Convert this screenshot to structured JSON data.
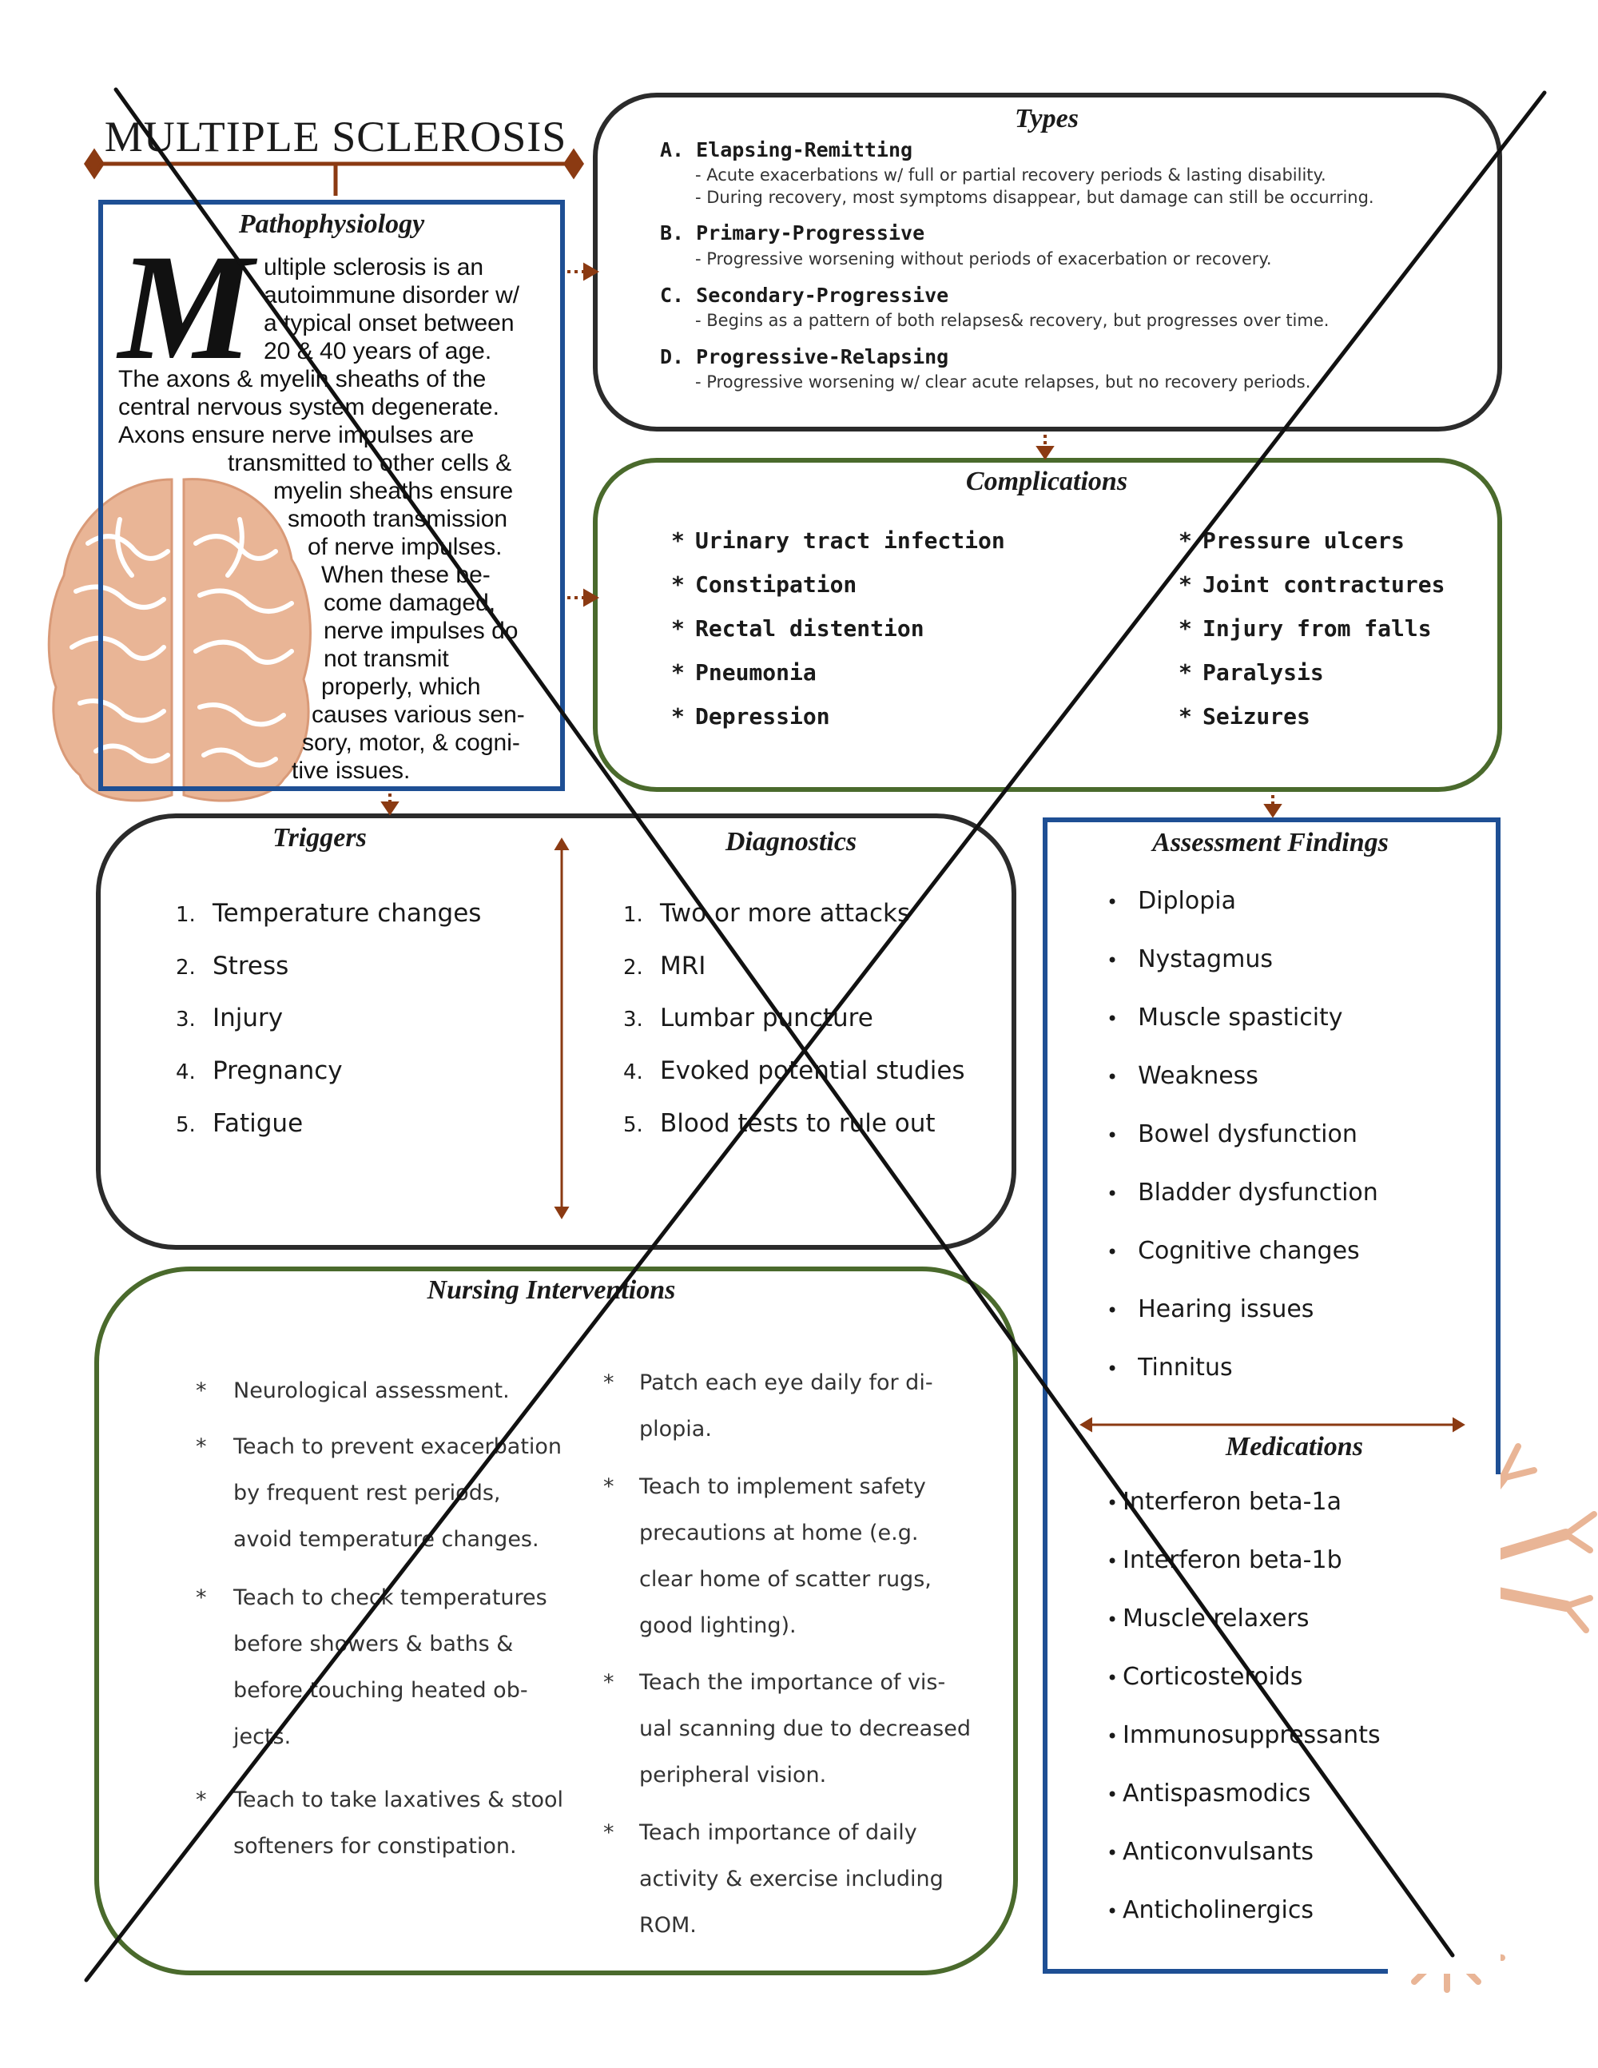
{
  "title": "MULTIPLE SCLEROSIS",
  "types": {
    "heading": "Types",
    "items": [
      {
        "label": "A. Elapsing-Remitting",
        "details": [
          "- Acute exacerbations w/ full or partial recovery periods & lasting disability.",
          "- During recovery, most symptoms disappear, but damage can still be occurring."
        ]
      },
      {
        "label": "B. Primary-Progressive",
        "details": [
          "- Progressive worsening without periods of exacerbation or recovery."
        ]
      },
      {
        "label": "C. Secondary-Progressive",
        "details": [
          "- Begins as a pattern of both relapses& recovery, but progresses  over time."
        ]
      },
      {
        "label": "D. Progressive-Relapsing",
        "details": [
          "- Progressive worsening w/ clear acute relapses, but no recovery periods."
        ]
      }
    ]
  },
  "complications": {
    "heading": "Complications",
    "bullet": "*",
    "left": [
      "Urinary tract infection",
      "Constipation",
      "Rectal distention",
      "Pneumonia",
      "Depression"
    ],
    "right": [
      "Pressure ulcers",
      "Joint contractures",
      "Injury from falls",
      "Paralysis",
      "Seizures"
    ]
  },
  "pathophysiology": {
    "heading": "Pathophysiology",
    "drop_cap": "M",
    "lines": [
      "ultiple sclerosis is an",
      "autoimmune disorder w/",
      "a typical onset between",
      "20 & 40 years of age.",
      "The axons & myelin sheaths of the",
      "central nervous system degenerate.",
      "Axons ensure nerve impulses are",
      "transmitted to other cells &",
      "myelin sheaths ensure",
      "smooth transmission",
      "of nerve impulses.",
      "When these be-",
      "come damaged,",
      "nerve impulses do",
      "not transmit",
      "properly, which",
      "causes various sen-",
      "sory, motor, & cogni-",
      "tive issues."
    ]
  },
  "triggers": {
    "heading": "Triggers",
    "items": [
      {
        "num": "1.",
        "text": "Temperature changes"
      },
      {
        "num": "2.",
        "text": "Stress"
      },
      {
        "num": "3.",
        "text": "Injury"
      },
      {
        "num": "4.",
        "text": "Pregnancy"
      },
      {
        "num": "5.",
        "text": "Fatigue"
      }
    ]
  },
  "diagnostics": {
    "heading": "Diagnostics",
    "items": [
      {
        "num": "1.",
        "text": "Two or more attacks"
      },
      {
        "num": "2.",
        "text": "MRI"
      },
      {
        "num": "3.",
        "text": "Lumbar puncture"
      },
      {
        "num": "4.",
        "text": "Evoked potential studies"
      },
      {
        "num": "5.",
        "text": "Blood tests to rule out"
      }
    ]
  },
  "assessment": {
    "heading": "Assessment Findings",
    "bullet": "•",
    "items": [
      "Diplopia",
      "Nystagmus",
      "Muscle spasticity",
      "Weakness",
      "Bowel dysfunction",
      "Bladder dysfunction",
      "Cognitive changes",
      "Hearing issues",
      "Tinnitus"
    ]
  },
  "medications": {
    "heading": "Medications",
    "bullet": "•",
    "items": [
      "Interferon beta-1a",
      "Interferon beta-1b",
      "Muscle relaxers",
      "Corticosteroids",
      "Immunosuppressants",
      "Antispasmodics",
      "Anticonvulsants",
      "Anticholinergics"
    ]
  },
  "nursing": {
    "heading": "Nursing Interventions",
    "bullet": "*",
    "left": [
      [
        "Neurological assessment."
      ],
      [
        "Teach to prevent exacerbation",
        "by frequent rest periods,",
        "avoid temperature changes."
      ],
      [
        "Teach to check temperatures",
        "before showers & baths &",
        "before touching heated ob-",
        "jects."
      ],
      [
        "Teach to take laxatives & stool",
        "softeners for constipation."
      ]
    ],
    "right": [
      [
        "Patch each eye daily for di-",
        "plopia."
      ],
      [
        "Teach to implement safety",
        "precautions at home (e.g.",
        "clear home of scatter rugs,",
        "good lighting)."
      ],
      [
        "Teach the importance of vis-",
        "ual scanning due to decreased",
        "peripheral vision."
      ],
      [
        "Teach importance of daily",
        "activity & exercise including",
        "ROM."
      ]
    ]
  },
  "colors": {
    "blue_border": "#1e4f94",
    "green_border": "#4a6a2c",
    "dark_border": "#2b2b2b",
    "arrow_brown": "#8b3a12",
    "illustration": "#e8b494"
  }
}
